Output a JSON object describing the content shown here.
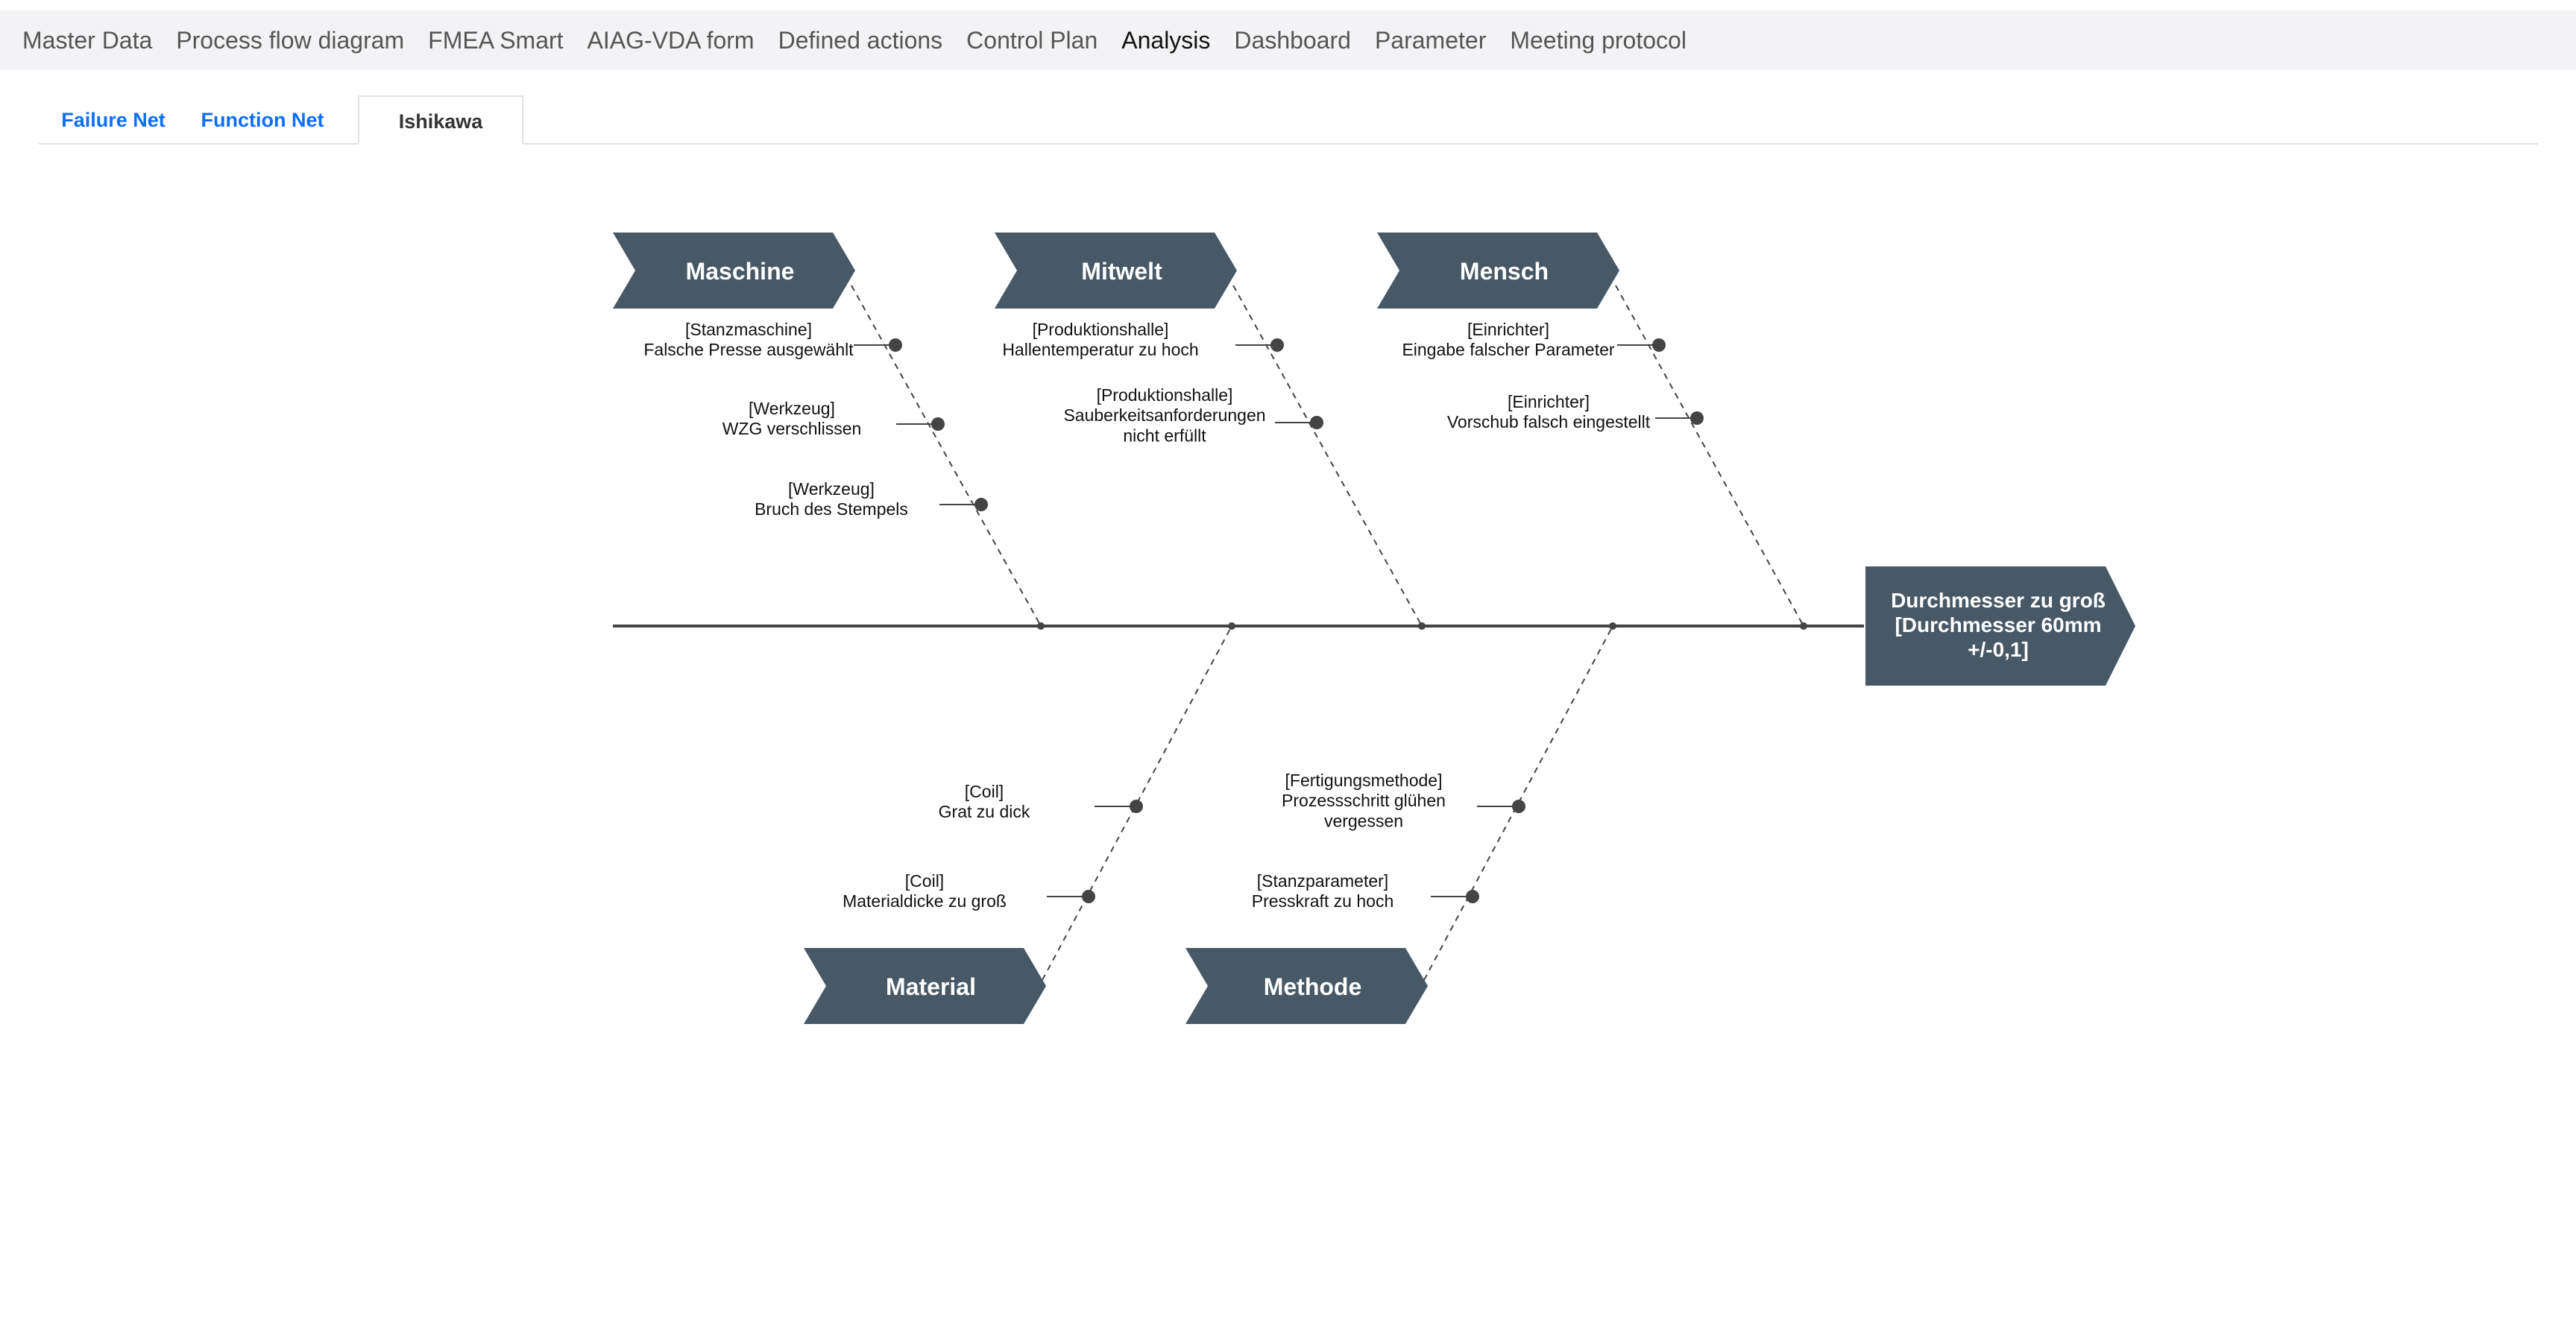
{
  "nav": {
    "items": [
      {
        "label": "Master Data"
      },
      {
        "label": "Process flow diagram"
      },
      {
        "label": "FMEA Smart"
      },
      {
        "label": "AIAG-VDA form"
      },
      {
        "label": "Defined actions"
      },
      {
        "label": "Control Plan"
      },
      {
        "label": "Analysis"
      },
      {
        "label": "Dashboard"
      },
      {
        "label": "Parameter"
      },
      {
        "label": "Meeting protocol"
      }
    ],
    "active": "Analysis"
  },
  "tabs": {
    "items": [
      {
        "label": "Failure Net"
      },
      {
        "label": "Function Net"
      },
      {
        "label": "Ishikawa"
      }
    ],
    "active": "Ishikawa"
  },
  "ishikawa": {
    "effect": {
      "lines": [
        "Durchmesser zu groß",
        "[Durchmesser 60mm",
        "+/-0,1]"
      ]
    },
    "colors": {
      "box": "#475867",
      "line": "#444444",
      "text": "#ffffff"
    },
    "categories": [
      {
        "name": "Maschine",
        "side": "top",
        "causes": [
          {
            "lines": [
              "[Stanzmaschine]",
              "Falsche Presse ausgewählt"
            ]
          },
          {
            "lines": [
              "[Werkzeug]",
              "WZG verschlissen"
            ]
          },
          {
            "lines": [
              "[Werkzeug]",
              "Bruch des Stempels"
            ]
          }
        ]
      },
      {
        "name": "Mitwelt",
        "side": "top",
        "causes": [
          {
            "lines": [
              "[Produktionshalle]",
              "Hallentemperatur zu hoch"
            ]
          },
          {
            "lines": [
              "[Produktionshalle]",
              "Sauberkeitsanforderungen",
              "nicht erfüllt"
            ]
          }
        ]
      },
      {
        "name": "Mensch",
        "side": "top",
        "causes": [
          {
            "lines": [
              "[Einrichter]",
              "Eingabe falscher Parameter"
            ]
          },
          {
            "lines": [
              "[Einrichter]",
              "Vorschub falsch eingestellt"
            ]
          }
        ]
      },
      {
        "name": "Material",
        "side": "bottom",
        "causes": [
          {
            "lines": [
              "[Coil]",
              "Grat zu dick"
            ]
          },
          {
            "lines": [
              "[Coil]",
              "Materialdicke zu groß"
            ]
          }
        ]
      },
      {
        "name": "Methode",
        "side": "bottom",
        "causes": [
          {
            "lines": [
              "[Fertigungsmethode]",
              "Prozessschritt glühen",
              "vergessen"
            ]
          },
          {
            "lines": [
              "[Stanzparameter]",
              "Presskraft zu hoch"
            ]
          }
        ]
      }
    ]
  }
}
